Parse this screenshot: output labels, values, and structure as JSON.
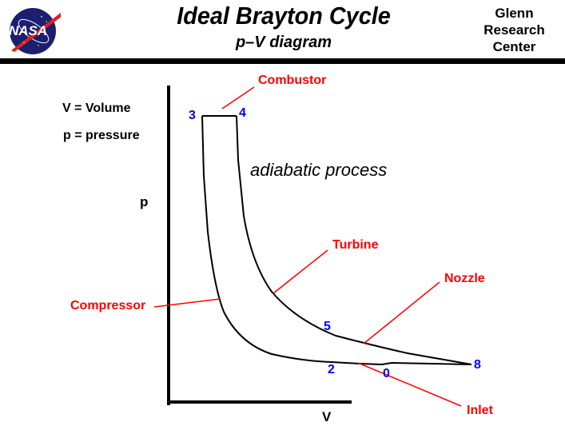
{
  "header": {
    "logo_text": "NASA",
    "title": "Ideal  Brayton  Cycle",
    "subtitle": "p–V  diagram",
    "organization_lines": [
      "Glenn",
      "Research",
      "Center"
    ]
  },
  "legend": {
    "volume_def": "V = Volume",
    "pressure_def": "p = pressure"
  },
  "axes": {
    "y_label": "p",
    "x_label": "V"
  },
  "annotation": {
    "process": "adiabatic  process"
  },
  "components": {
    "combustor": "Combustor",
    "turbine": "Turbine",
    "nozzle": "Nozzle",
    "compressor": "Compressor",
    "inlet": "Inlet"
  },
  "states": {
    "s3": "3",
    "s4": "4",
    "s5": "5",
    "s2": "2",
    "s0": "0",
    "s8": "8"
  },
  "colors": {
    "component_label": "#ff0000",
    "state_label": "#0000ff",
    "curve": "#000000",
    "logo_blue": "#1b1f6e",
    "logo_red": "#e0201b"
  }
}
